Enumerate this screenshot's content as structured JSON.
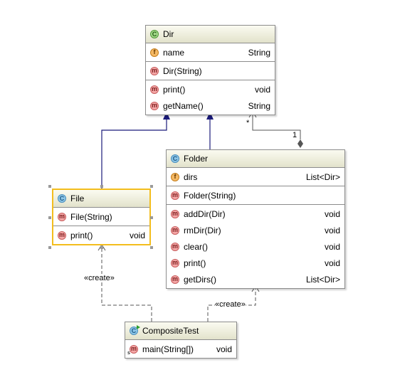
{
  "classes": {
    "dir": {
      "name": "Dir",
      "icon": "abstract-class-icon",
      "fields": [
        {
          "kind": "f",
          "label": "name",
          "type": "String"
        }
      ],
      "constructors": [
        {
          "kind": "m",
          "label": "Dir(String)",
          "type": ""
        }
      ],
      "methods": [
        {
          "kind": "m",
          "label": "print()",
          "type": "void"
        },
        {
          "kind": "m",
          "label": "getName()",
          "type": "String"
        }
      ]
    },
    "folder": {
      "name": "Folder",
      "icon": "class-icon",
      "fields": [
        {
          "kind": "f",
          "label": "dirs",
          "type": "List<Dir>"
        }
      ],
      "constructors": [
        {
          "kind": "m",
          "label": "Folder(String)",
          "type": ""
        }
      ],
      "methods": [
        {
          "kind": "m",
          "label": "addDir(Dir)",
          "type": "void"
        },
        {
          "kind": "m",
          "label": "rmDir(Dir)",
          "type": "void"
        },
        {
          "kind": "m",
          "label": "clear()",
          "type": "void"
        },
        {
          "kind": "m",
          "label": "print()",
          "type": "void"
        },
        {
          "kind": "m",
          "label": "getDirs()",
          "type": "List<Dir>"
        }
      ]
    },
    "file": {
      "name": "File",
      "icon": "class-icon",
      "constructors": [
        {
          "kind": "m",
          "label": "File(String)",
          "type": ""
        }
      ],
      "methods": [
        {
          "kind": "m",
          "label": "print()",
          "type": "void"
        }
      ]
    },
    "composite_test": {
      "name": "CompositeTest",
      "icon": "runnable-class-icon",
      "methods": [
        {
          "kind": "m",
          "label": "main(String[])",
          "type": "void",
          "static": true
        }
      ]
    }
  },
  "connectors": {
    "create_file": "«create»",
    "create_folder": "«create»",
    "multiplicity_many": "*",
    "multiplicity_one": "1"
  },
  "colors": {
    "header_top": "#fbfbf1",
    "header_bottom": "#e2e2cb",
    "generalization": "#1a1a7a",
    "selection": "#f3bd1d",
    "border": "#8c8c8c"
  }
}
